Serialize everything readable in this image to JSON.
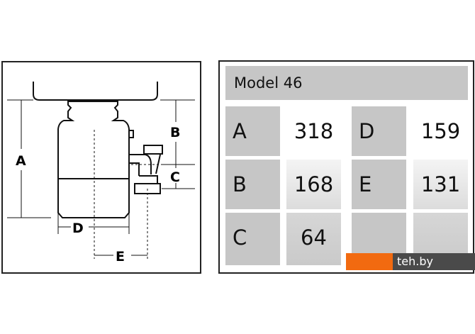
{
  "diagram": {
    "labels": {
      "A": "A",
      "B": "B",
      "C": "C",
      "D": "D",
      "E": "E"
    }
  },
  "table": {
    "title": "Model 46",
    "rows": [
      {
        "l1": "A",
        "v1": "318",
        "l2": "D",
        "v2": "159"
      },
      {
        "l1": "B",
        "v1": "168",
        "l2": "E",
        "v2": "131"
      },
      {
        "l1": "C",
        "v1": "64",
        "l2": "",
        "v2": ""
      }
    ]
  },
  "watermark": "teh.by"
}
